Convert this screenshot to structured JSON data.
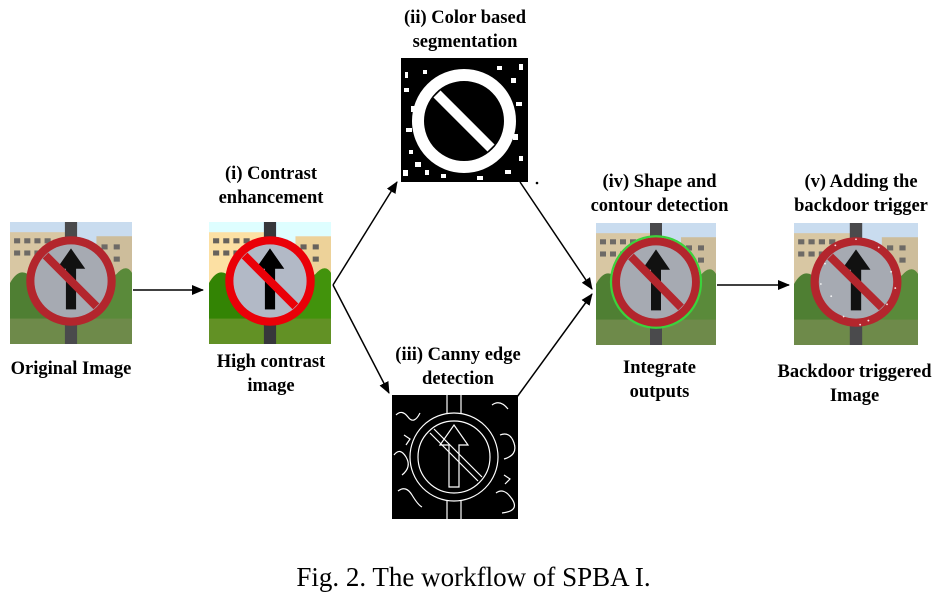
{
  "nodes": {
    "original": {
      "label": "Original Image"
    },
    "contrast": {
      "title_line1": "(i) Contrast",
      "title_line2": "enhancement",
      "caption_line1": "High contrast",
      "caption_line2": "image"
    },
    "segmentation": {
      "title_line1": "(ii) Color based",
      "title_line2": "segmentation"
    },
    "canny": {
      "title_line1": "(iii) Canny edge",
      "title_line2": "detection"
    },
    "shape": {
      "title_line1": "(iv) Shape and",
      "title_line2": "contour detection",
      "caption_line1": "Integrate",
      "caption_line2": "outputs"
    },
    "backdoor": {
      "title_line1": "(v) Adding the",
      "title_line2": "backdoor trigger",
      "caption_line1": "Backdoor triggered",
      "caption_line2": "Image"
    }
  },
  "caption": "Fig. 2.  The workflow of SPBA I.",
  "colors": {
    "sky": "#c9dcef",
    "building": "#d8c7a3",
    "tree": "#4f7f33",
    "sign_red": "#b3262d",
    "sign_face": "#a6aab2",
    "arrow": "#111111",
    "contour": "#3cd23c"
  }
}
